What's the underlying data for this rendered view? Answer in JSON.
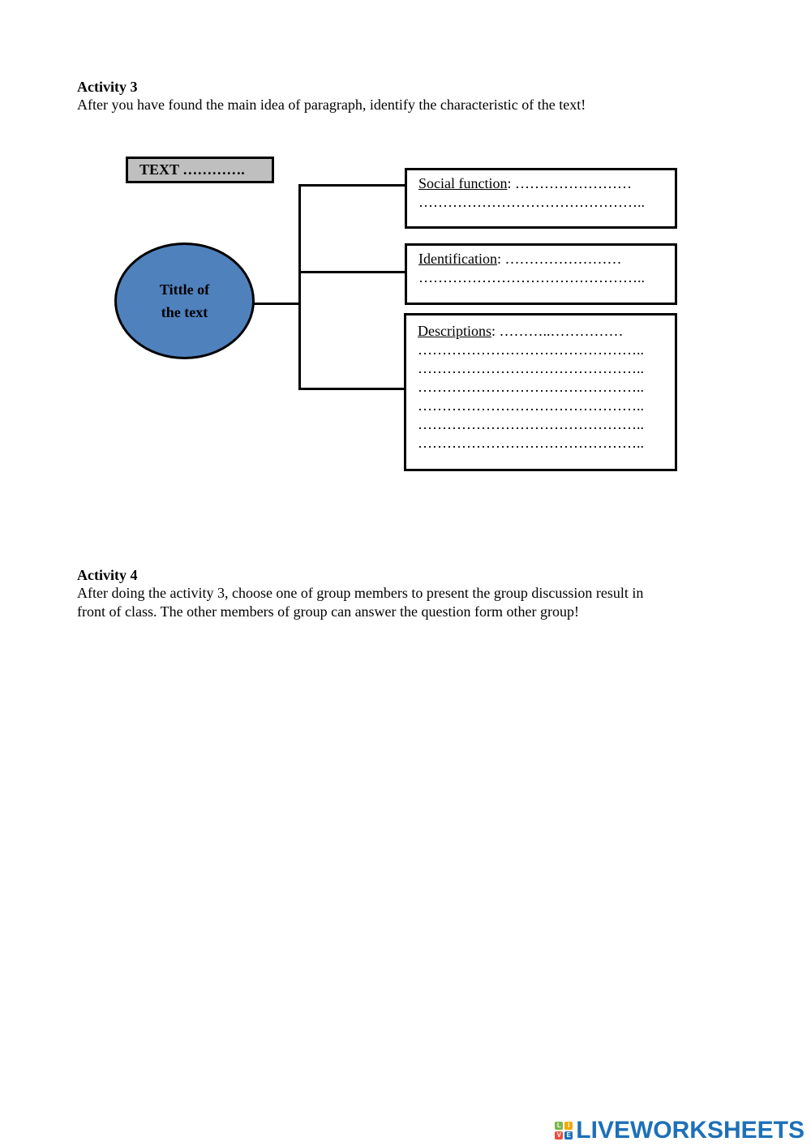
{
  "activity3": {
    "heading": "Activity 3",
    "instruction": "After you have found the main idea of paragraph, identify the characteristic of the text!"
  },
  "diagram": {
    "text_box": "TEXT ………….",
    "ellipse_line1": "Tittle of",
    "ellipse_line2": "the text",
    "ellipse_color": "#4f81bd",
    "social_function": {
      "label": "Social function",
      "line1_rest": ": ……………………",
      "line2": "……………………………………….."
    },
    "identification": {
      "label": "Identification",
      "line1_rest": ": ……………………",
      "line2": "……………………………………….."
    },
    "descriptions": {
      "label": "Descriptions",
      "line1_rest": ": ………..……………",
      "lines": [
        "………………………………………..",
        "………………………………………..",
        "………………………………………..",
        "………………………………………..",
        "………………………………………..",
        "……………………………………….."
      ]
    }
  },
  "activity4": {
    "heading": "Activity 4",
    "line1": "After doing the activity 3, choose one of group members to present the group discussion result in",
    "line2": "front of class. The other members of group can answer the question form other group!"
  },
  "logo": {
    "text": "LIVEWORKSHEETS",
    "icon_letters": [
      "L",
      "I",
      "V",
      "E"
    ],
    "brand_color": "#1d70b8"
  }
}
